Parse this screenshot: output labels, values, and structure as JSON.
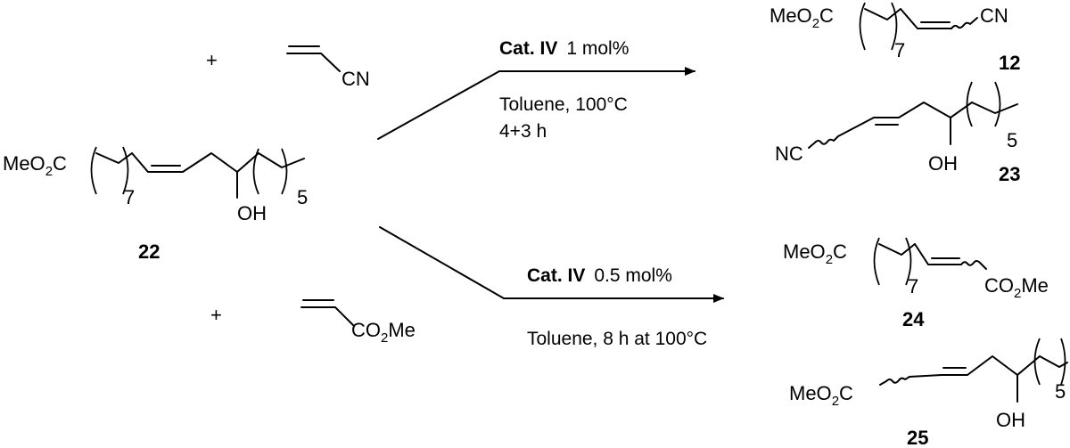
{
  "scheme": {
    "plus_top": "+",
    "plus_bottom": "+",
    "acrylonitrile": {
      "group": "CN"
    },
    "methyl_acrylate": {
      "group_main": "CO",
      "group_sub": "2",
      "group_tail": "Me"
    },
    "compound_22": {
      "ester_main": "MeO",
      "ester_sub": "2",
      "ester_tail": "C",
      "repeat_a": "7",
      "repeat_b": "5",
      "hydroxyl": "OH",
      "label": "22"
    },
    "reaction_top": {
      "catalyst": "Cat. IV",
      "loading": "1 mol%",
      "solvent_line": "Toluene, 100°C",
      "time_line": "4+3 h"
    },
    "reaction_bottom": {
      "catalyst": "Cat. IV",
      "loading": "0.5 mol%",
      "solvent_line": "Toluene, 8 h at 100°C"
    },
    "product_12": {
      "ester_main": "MeO",
      "ester_sub": "2",
      "ester_tail": "C",
      "repeat": "7",
      "group": "CN",
      "label": "12"
    },
    "product_23": {
      "group": "NC",
      "repeat": "5",
      "hydroxyl": "OH",
      "label": "23"
    },
    "product_24": {
      "ester_main": "MeO",
      "ester_sub": "2",
      "ester_tail": "C",
      "repeat": "7",
      "group_main": "CO",
      "group_sub": "2",
      "group_tail": "Me",
      "label": "24"
    },
    "product_25": {
      "ester_main": "MeO",
      "ester_sub": "2",
      "ester_tail": "C",
      "repeat": "5",
      "hydroxyl": "OH",
      "label": "25"
    }
  }
}
